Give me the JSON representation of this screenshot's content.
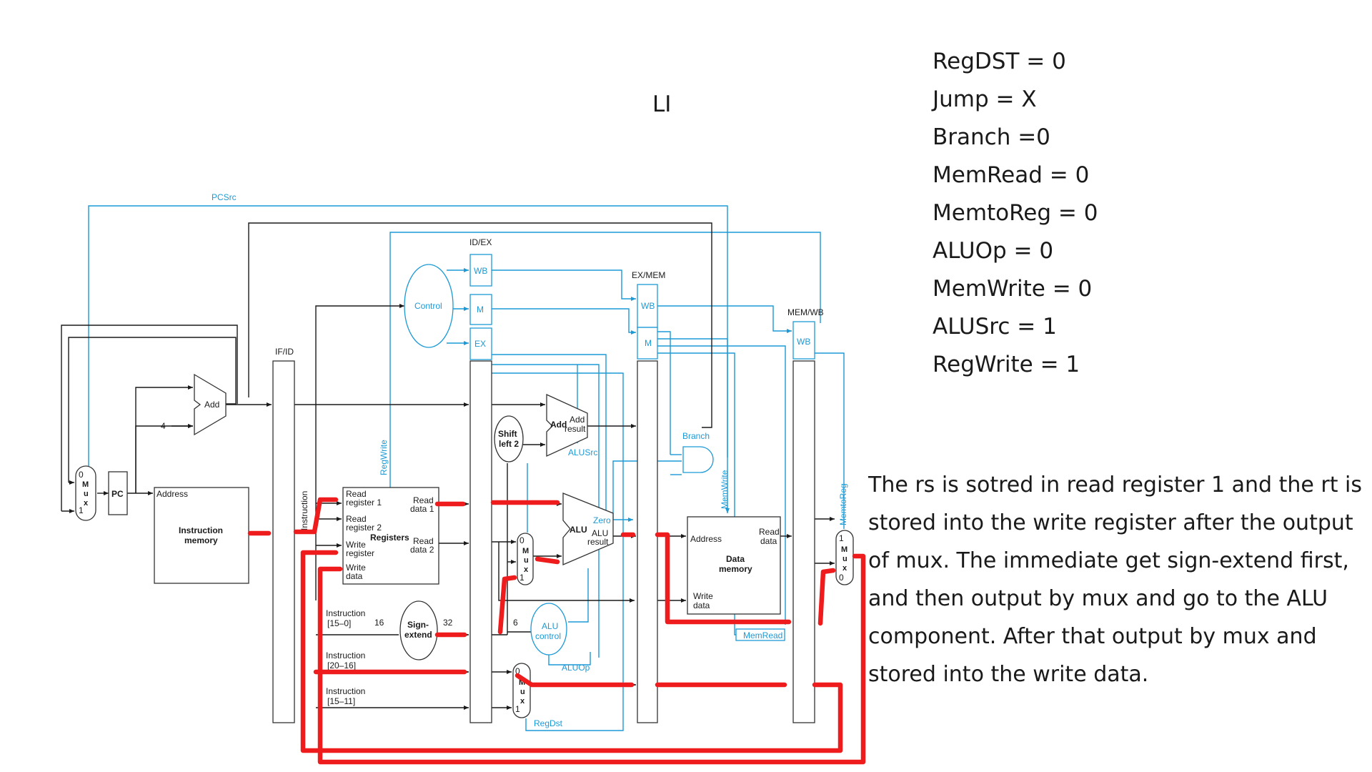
{
  "title": "LI",
  "control_signals": [
    "RegDST = 0",
    "Jump = X",
    "Branch =0",
    "MemRead = 0",
    "MemtoReg = 0",
    "ALUOp = 0",
    "MemWrite = 0",
    "ALUSrc = 1",
    "RegWrite = 1"
  ],
  "explanation": "The rs is sotred in read register 1 and the rt is stored into the write register after the output of mux. The immediate get sign-extend first, and then output by mux and go to the ALU component. After that output by mux and stored into the write data.",
  "datapath": {
    "pipeline_registers": {
      "if_id": "IF/ID",
      "id_ex": "ID/EX",
      "ex_mem": "EX/MEM",
      "mem_wb": "MEM/WB"
    },
    "stage_fields": {
      "wb": "WB",
      "m": "M",
      "ex": "EX"
    },
    "components": {
      "pc": "PC",
      "add_pc": "Add",
      "four": "4",
      "instruction_memory": {
        "address": "Address",
        "line1": "Instruction",
        "line2": "memory"
      },
      "control": "Control",
      "registers": {
        "read_register_1": [
          "Read",
          "register 1"
        ],
        "read_register_2": [
          "Read",
          "register 2"
        ],
        "write_register": [
          "Write",
          "register"
        ],
        "write_data": [
          "Write",
          "data"
        ],
        "read_data_1": [
          "Read",
          "data 1"
        ],
        "read_data_2": [
          "Read",
          "data 2"
        ],
        "name": "Registers"
      },
      "sign_extend": [
        "Sign-",
        "extend"
      ],
      "shift_left_2": [
        "Shift",
        "left 2"
      ],
      "add_branch": {
        "name": "Add",
        "result": [
          "Add",
          "result"
        ]
      },
      "alu": {
        "name": "ALU",
        "zero": "Zero",
        "result": [
          "ALU",
          "result"
        ]
      },
      "alu_control": [
        "ALU",
        "control"
      ],
      "data_memory": {
        "address": "Address",
        "read_data": [
          "Read",
          "data"
        ],
        "write_data": [
          "Write",
          "data"
        ],
        "name": [
          "Data",
          "memory"
        ]
      },
      "mux_letters": [
        "M",
        "u",
        "x"
      ]
    },
    "wire_labels": {
      "pcsrc": "PCSrc",
      "regwrite": "RegWrite",
      "alusrc": "ALUSrc",
      "branch": "Branch",
      "memwrite": "MemWrite",
      "memtoreg": "MemtoReg",
      "memread": "MemRead",
      "aluop": "ALUOp",
      "regdst": "RegDst",
      "instruction": "Instruction",
      "instr_15_0": [
        "Instruction",
        "[15–0]"
      ],
      "instr_20_16": [
        "Instruction",
        "[20–16]"
      ],
      "instr_15_11": [
        "Instruction",
        "[15–11]"
      ],
      "width_16": "16",
      "width_32": "32",
      "width_6": "6"
    }
  },
  "colors": {
    "control_path": "#1c9ad6",
    "data_path": "#1a1a1a",
    "highlight": "#ee1c1c"
  }
}
